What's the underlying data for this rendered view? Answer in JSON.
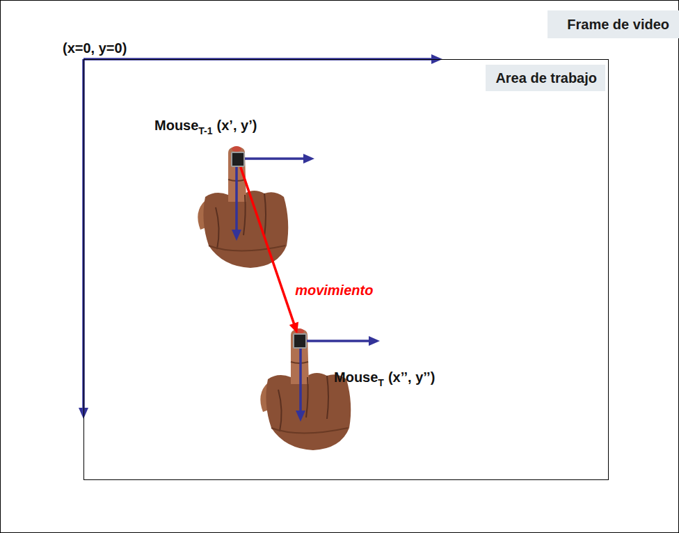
{
  "diagram": {
    "nodes": [
      {
        "text": [
          "Frame de video"
        ]
      },
      {
        "text": [
          "Area de trabajo"
        ],
        "in": 0
      },
      {
        "text": [
          "Mouse",
          "T-1",
          "(x’, y’)"
        ],
        "in": 1
      },
      {
        "text": [
          "Mouse",
          "T",
          "(x’’, y’’)"
        ],
        "in": 1
      }
    ],
    "edges": [
      {
        "from": 2,
        "to": 3,
        "label": "movimiento",
        "arrow": "to"
      }
    ],
    "labels": [
      "(x=0, y=0)"
    ]
  }
}
